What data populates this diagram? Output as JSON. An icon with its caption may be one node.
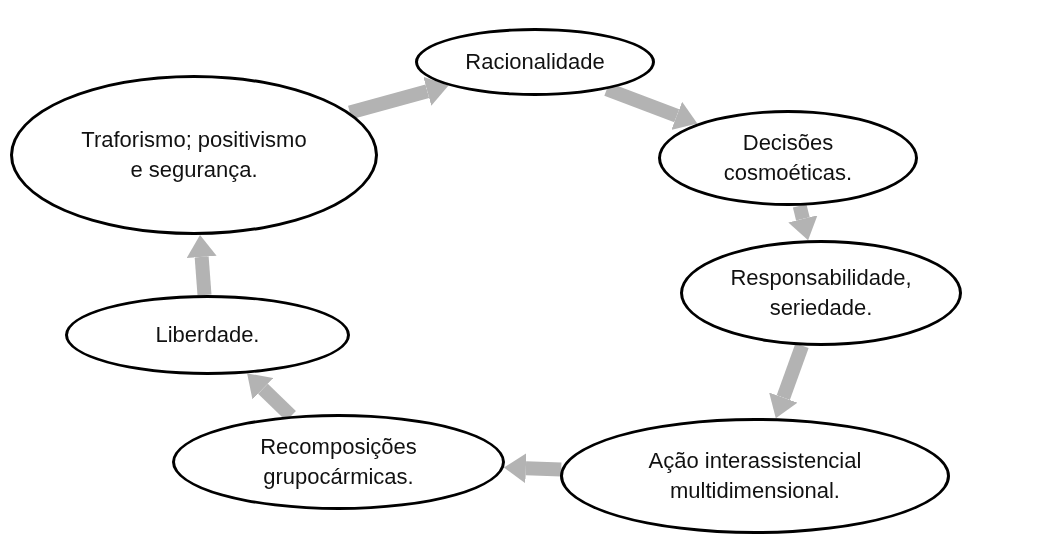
{
  "diagram": {
    "nodes": [
      {
        "text": [
          "Racionalidade"
        ]
      },
      {
        "text": [
          "Decisões cosmoéticas."
        ]
      },
      {
        "text": [
          "Responsabilidade, seriedade."
        ]
      },
      {
        "text": [
          "Ação interassistencial multidimensional."
        ]
      },
      {
        "text": [
          "Recomposições grupocármicas."
        ]
      },
      {
        "text": [
          "Liberdade."
        ]
      },
      {
        "text": [
          "Traforismo; positivismo e segurança."
        ]
      }
    ],
    "edges": [
      {
        "from": 0,
        "to": 1,
        "arrow": "to"
      },
      {
        "from": 1,
        "to": 2,
        "arrow": "to"
      },
      {
        "from": 2,
        "to": 3,
        "arrow": "to"
      },
      {
        "from": 3,
        "to": 4,
        "arrow": "to"
      },
      {
        "from": 4,
        "to": 5,
        "arrow": "to"
      },
      {
        "from": 5,
        "to": 6,
        "arrow": "to"
      },
      {
        "from": 6,
        "to": 0,
        "arrow": "to"
      }
    ]
  }
}
